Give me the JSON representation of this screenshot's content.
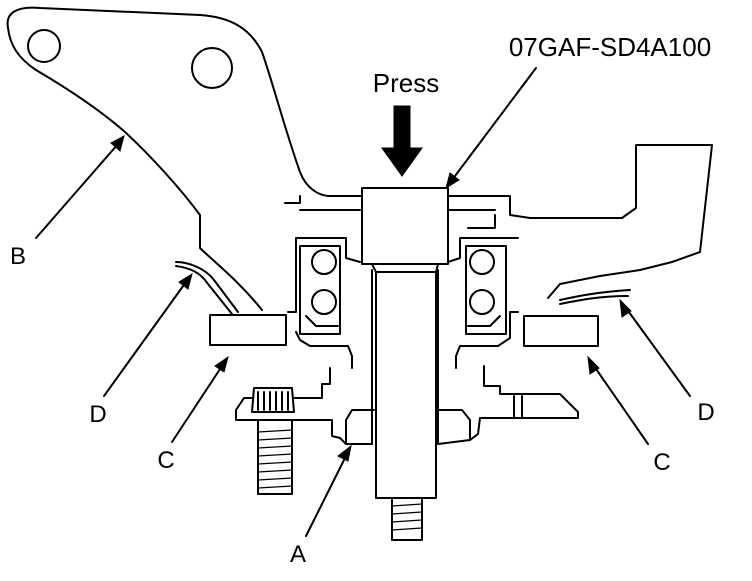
{
  "labels": {
    "press": "Press",
    "tool": "07GAF-SD4A100",
    "a": "A",
    "b": "B",
    "c": "C",
    "d": "D"
  },
  "colors": {
    "line": "#000000",
    "background": "#ffffff"
  },
  "icons": [
    "press-arrow-icon"
  ]
}
